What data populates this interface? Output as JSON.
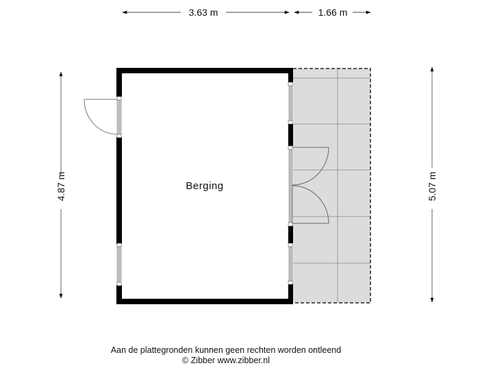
{
  "room": {
    "name": "Berging"
  },
  "dimensions": {
    "top_left_width": "3.63 m",
    "top_right_width": "1.66 m",
    "left_height": "4.87 m",
    "right_height": "5.07 m"
  },
  "footer": {
    "disclaimer": "Aan de plattegronden kunnen geen rechten worden ontleend",
    "copyright": "© Zibber www.zibber.nl"
  },
  "colors": {
    "wall": "#000000",
    "terrace_fill": "#dcdcdc",
    "tile_line": "#9a9a9a",
    "window": "#c4c4c4",
    "dimension_line": "#555555"
  }
}
